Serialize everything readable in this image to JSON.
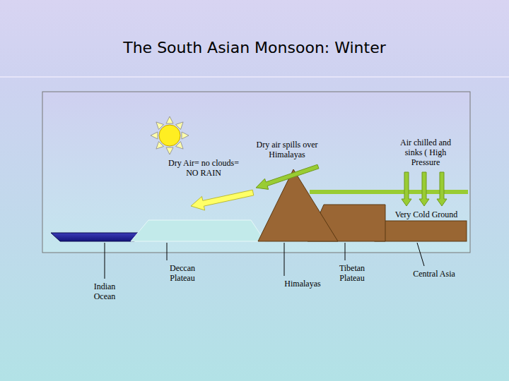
{
  "diagram": {
    "title": "The South Asian Monsoon: Winter",
    "labels": [
      "Dry Air= no clouds= NO RAIN",
      "Dry air spills over Himalayas",
      "Air chilled and sinks ( High Pressure",
      "Very Cold Ground",
      "Indian Ocean",
      "Deccan Plateau",
      "Himalayas",
      "Tibetan Plateau",
      "Central Asia"
    ]
  }
}
